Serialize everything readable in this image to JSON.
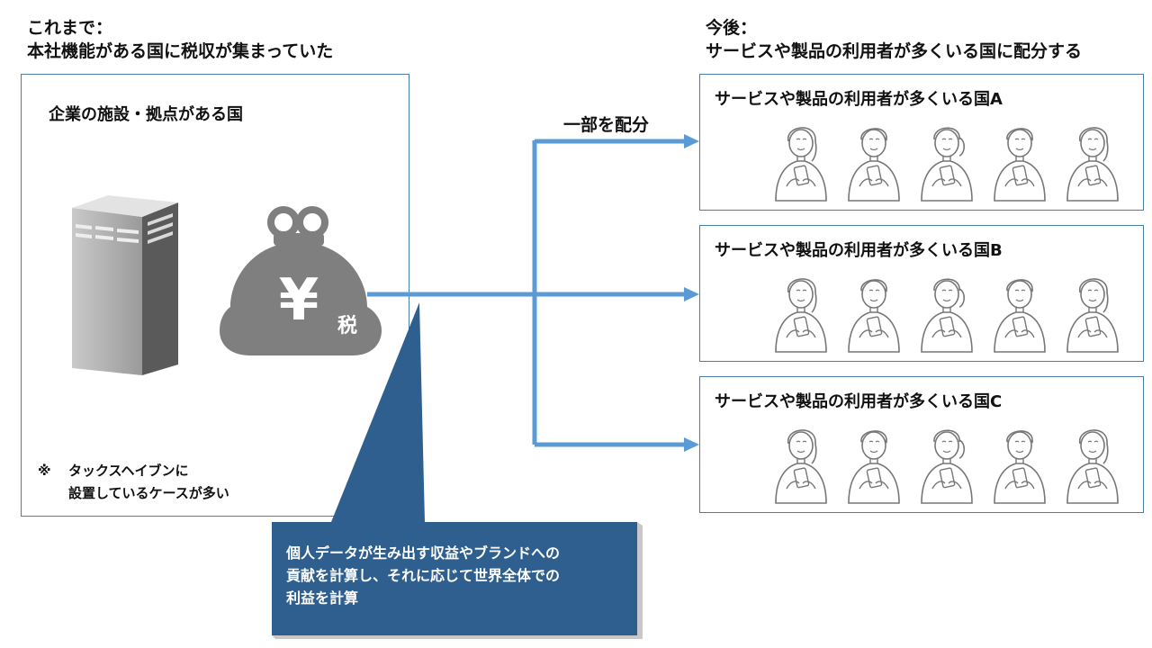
{
  "left": {
    "heading_line1": "これまで：",
    "heading_line2": "本社機能がある国に税収が集まっていた",
    "box_title": "企業の施設・拠点がある国",
    "purse_symbol": "¥",
    "purse_label": "税",
    "note_mark": "※",
    "note_line1": "タックスヘイブンに",
    "note_line2": "設置しているケースが多い"
  },
  "right": {
    "heading_line1": "今後：",
    "heading_line2": "サービスや製品の利用者が多くいる国に配分する",
    "countries": [
      {
        "label": "サービスや製品の利用者が多くいる国A"
      },
      {
        "label": "サービスや製品の利用者が多くいる国B"
      },
      {
        "label": "サービスや製品の利用者が多くいる国C"
      }
    ]
  },
  "arrow_label": "一部を配分",
  "callout": {
    "line1": "個人データが生み出す収益やブランドへの",
    "line2": "貢献を計算し、それに応じて世界全体での",
    "line3": "利益を計算"
  },
  "colors": {
    "arrow": "#5b9bd5",
    "box_border": "#4a7fa8",
    "callout_fill": "#2f5f8f",
    "purse": "#7f7f7f",
    "building_front": "#a6a6a6",
    "building_side": "#5a5a5a"
  },
  "icons": [
    "office-building-icon",
    "coin-purse-icon",
    "user-person-icon"
  ]
}
